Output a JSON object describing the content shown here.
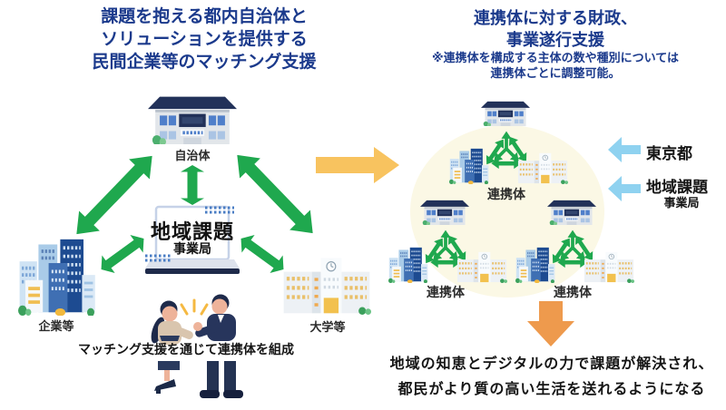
{
  "left": {
    "title_lines": [
      "課題を抱える都内自治体と",
      "ソリューションを提供する",
      "民間企業等のマッチング支援"
    ],
    "municipality_label": "自治体",
    "laptop_title": "地域課題",
    "laptop_subtitle": "事業局",
    "companies_label": "企業等",
    "university_label": "大学等",
    "caption": "マッチング支援を通じて連携体を組成"
  },
  "right": {
    "title_lines": [
      "連携体に対する財政、",
      "事業遂行支援"
    ],
    "note_lines": [
      "※連携体を構成する主体の数や種別については",
      "連携体ごとに調整可能。"
    ],
    "group_label": "連携体",
    "tokyo_label": "東京都",
    "bureau_label_main": "地域課題",
    "bureau_label_sub": "事業局",
    "outcome_lines": [
      "地域の知恵とデジタルの力で課題が解決され、",
      "都民がより質の高い生活を送れるようになる"
    ]
  },
  "icons": {
    "municipality": "government-building-icon",
    "companies": "city-buildings-icon",
    "university": "school-building-icon",
    "bureau": "laptop-icon",
    "matching": "handshake-icon",
    "exchange": "double-headed-arrow-icon",
    "collab_network": "triangle-arrows-icon",
    "flow": "right-arrow-icon",
    "support": "left-arrow-icon",
    "outcome": "down-arrow-icon"
  },
  "colors": {
    "navy": "#1b3a8c",
    "green": "#1fa84e",
    "orange_light": "#f8c35f",
    "orange": "#ee9a4d",
    "blue_light": "#8fd2f0",
    "cream": "#fbf8e5",
    "text": "#1a1a1a"
  }
}
